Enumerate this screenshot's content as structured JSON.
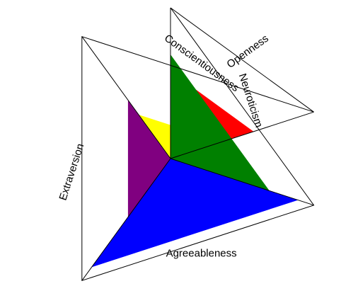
{
  "chart_data": {
    "type": "radar",
    "title": "",
    "axes": [
      "Conscientiousness",
      "Extraversion",
      "Agreeableness",
      "Neuroticism",
      "Openness"
    ],
    "range": [
      0,
      1
    ],
    "grid": false,
    "legend": "none",
    "wedges": [
      {
        "axes": [
          "Openness",
          "Conscientiousness"
        ],
        "values": [
          0.58,
          0.58
        ],
        "color": "#FF0000"
      },
      {
        "axes": [
          "Conscientiousness",
          "Extraversion"
        ],
        "values": [
          0.36,
          0.36
        ],
        "color": "#FFFF00"
      },
      {
        "axes": [
          "Extraversion",
          "Agreeableness"
        ],
        "values": [
          0.48,
          0.48
        ],
        "color": "#800080"
      },
      {
        "axes": [
          "Agreeableness",
          "Neuroticism"
        ],
        "values": [
          0.89,
          0.89
        ],
        "color": "#0000FF"
      },
      {
        "axes": [
          "Neuroticism",
          "Openness"
        ],
        "values": [
          0.69,
          0.69
        ],
        "color": "#008000"
      }
    ]
  }
}
